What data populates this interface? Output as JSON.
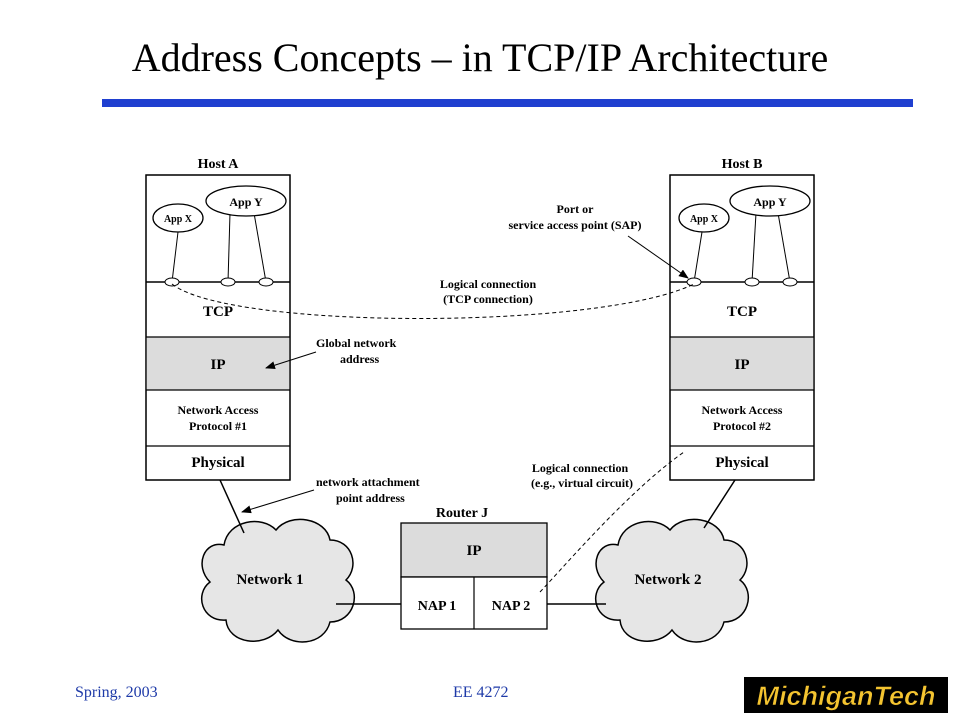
{
  "slide": {
    "title": "Address Concepts – in TCP/IP Architecture",
    "footer_left": "Spring, 2003",
    "footer_center": "EE 4272",
    "logo_text": "MichiganTech",
    "accent_color": "#1f3fd0",
    "footer_color": "#1e3aa8"
  },
  "diagram": {
    "host_a": {
      "title": "Host A",
      "app_x": "App X",
      "app_y": "App Y",
      "tcp": "TCP",
      "ip": "IP",
      "na_line1": "Network Access",
      "na_line2": "Protocol #1",
      "physical": "Physical"
    },
    "host_b": {
      "title": "Host B",
      "app_x": "App X",
      "app_y": "App Y",
      "tcp": "TCP",
      "ip": "IP",
      "na_line1": "Network Access",
      "na_line2": "Protocol #2",
      "physical": "Physical"
    },
    "router": {
      "title": "Router J",
      "ip": "IP",
      "nap1": "NAP 1",
      "nap2": "NAP 2"
    },
    "networks": {
      "n1": "Network 1",
      "n2": "Network 2"
    },
    "labels": {
      "port_line1": "Port or",
      "port_line2": "service access point (SAP)",
      "logical_tcp_line1": "Logical connection",
      "logical_tcp_line2": "(TCP connection)",
      "global_line1": "Global network",
      "global_line2": "address",
      "attach_line1": "network attachment",
      "attach_line2": "point address",
      "logical_vc_line1": "Logical connection",
      "logical_vc_line2": "(e.g., virtual circuit)"
    }
  }
}
